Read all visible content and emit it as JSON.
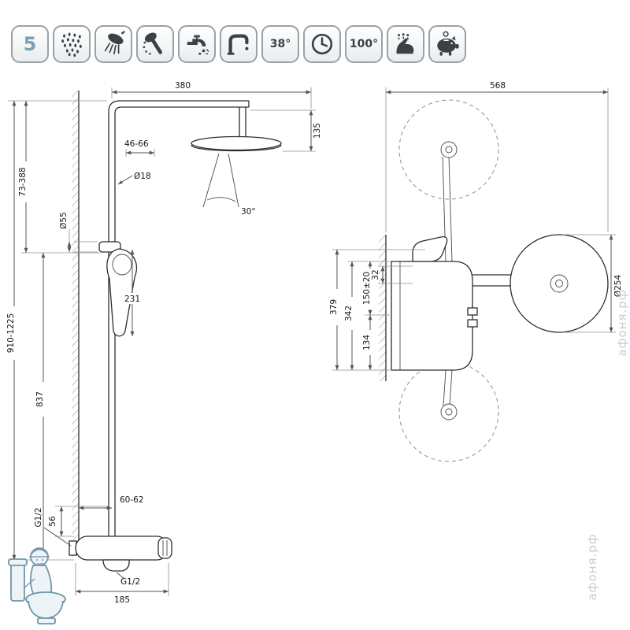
{
  "header_badges": {
    "warranty_years": "5",
    "temp_comfort": "38°",
    "temp_max": "100°"
  },
  "badge_icons": [
    "rain-spray-icon",
    "overhead-shower-icon",
    "hand-shower-icon",
    "faucet-water-icon",
    "swivel-spout-icon",
    "clock-icon",
    "easy-clean-icon",
    "piggy-bank-icon"
  ],
  "front_dims": {
    "arm_reach": "380",
    "head_height": "135",
    "head_adjust": "46-66",
    "pipe_dia": "Ø18",
    "riser_adjust": "73-388",
    "holder_dia": "Ø55",
    "spray_angle": "30°",
    "handshower_len": "231",
    "total_height": "910-1225",
    "riser_height": "837",
    "wall_offset": "60-62",
    "inlet_offset": "56",
    "inlet_thread": "G1/2",
    "spout_thread": "G1/2",
    "body_width": "185"
  },
  "side_dims": {
    "reach": "568",
    "overall_depth": "379",
    "body_height": "342",
    "lower_spacing": "134",
    "handle_spacing": "150±20",
    "top_spacing": "32",
    "head_dia": "Ø254"
  },
  "watermark": {
    "text": "афоня.рф"
  }
}
